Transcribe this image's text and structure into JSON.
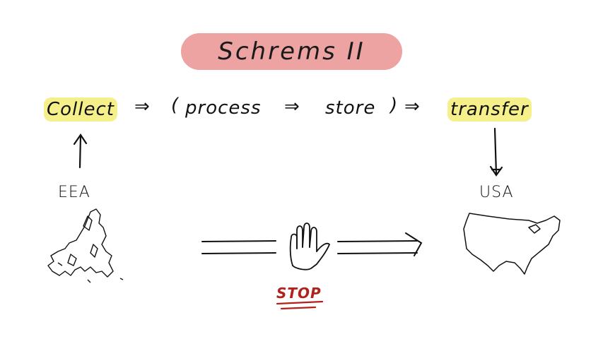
{
  "title": "Schrems II",
  "flow": {
    "collect": "Collect",
    "arrow1": "⇒",
    "open_paren": "(",
    "process": "process",
    "arrow2": "⇒",
    "store": "store",
    "close_paren": ")",
    "arrow3": "⇒",
    "transfer": "transfer"
  },
  "regions": {
    "left": "EEA",
    "right": "USA"
  },
  "stop_label": "STOP",
  "colors": {
    "title_bg": "#eea3a3",
    "highlight": "#f6f08a",
    "stop": "#b1221c",
    "ink": "#111111"
  }
}
